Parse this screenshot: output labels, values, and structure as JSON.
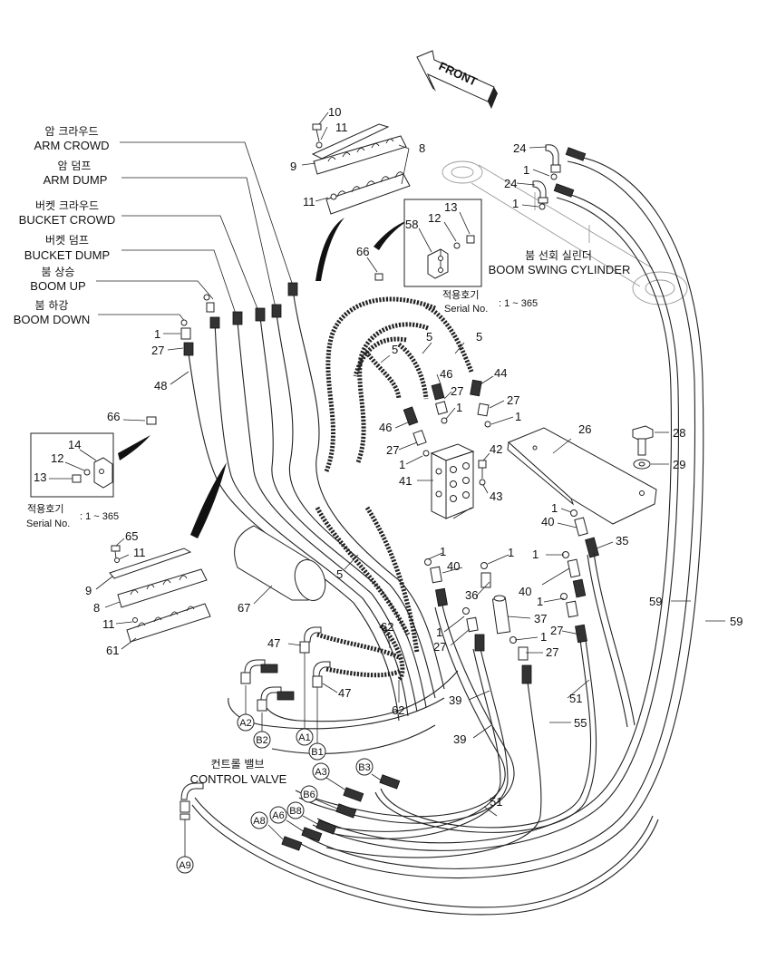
{
  "front_arrow": "FRONT",
  "circuits": [
    {
      "ko": "암 크라우드",
      "en": "ARM CROWD"
    },
    {
      "ko": "암 덤프",
      "en": "ARM DUMP"
    },
    {
      "ko": "버켓 크라우드",
      "en": "BUCKET CROWD"
    },
    {
      "ko": "버켓 덤프",
      "en": "BUCKET DUMP"
    },
    {
      "ko": "붐 상승",
      "en": "BOOM UP"
    },
    {
      "ko": "붐 하강",
      "en": "BOOM DOWN"
    }
  ],
  "boom_swing": {
    "ko": "붐 선회 실린더",
    "en": "BOOM SWING CYLINDER"
  },
  "control_valve": {
    "ko": "컨트롤 밸브",
    "en": "CONTROL VALVE"
  },
  "serial_top": {
    "ko": "적용호기",
    "en": "Serial No.",
    "range": ": 1 ~ 365"
  },
  "serial_left": {
    "ko": "적용호기",
    "en": "Serial No.",
    "range": ": 1 ~ 365"
  },
  "port_labels": [
    "A2",
    "B2",
    "A1",
    "B1",
    "A3",
    "B3",
    "B6",
    "B8",
    "A6",
    "A8",
    "A9"
  ],
  "part_numbers": {
    "p10": "10",
    "p11a": "11",
    "p9a": "9",
    "p8a": "8",
    "p11b": "11",
    "p66a": "66",
    "p58": "58",
    "p12a": "12",
    "p13a": "13",
    "p24a": "24",
    "p1a": "1",
    "p24b": "24",
    "p1b": "1",
    "p1c": "1",
    "p27a": "27",
    "p48": "48",
    "p66b": "66",
    "p14": "14",
    "p12b": "12",
    "p13b": "13",
    "p65": "65",
    "p11c": "11",
    "p9b": "9",
    "p8b": "8",
    "p11d": "11",
    "p61": "61",
    "p67": "67",
    "p5a": "5",
    "p5b": "5",
    "p5c": "5",
    "p5d": "5",
    "p46a": "46",
    "p46b": "46",
    "p44": "44",
    "p27b": "27",
    "p27c": "27",
    "p1d": "1",
    "p1e": "1",
    "p27d": "27",
    "p1f": "1",
    "p41": "41",
    "p42": "42",
    "p43": "43",
    "p26": "26",
    "p28": "28",
    "p29": "29",
    "p1g": "1",
    "p40a": "40",
    "p35": "35",
    "p1h": "1",
    "p1i": "1",
    "p40b": "40",
    "p40c": "40",
    "p1j": "1",
    "p36": "36",
    "p37": "37",
    "p1k": "1",
    "p27e": "27",
    "p1l": "1",
    "p27f": "27",
    "p27g": "27",
    "p62a": "62",
    "p62b": "62",
    "p47a": "47",
    "p47b": "47",
    "p39a": "39",
    "p39b": "39",
    "p51a": "51",
    "p51b": "51",
    "p55": "55",
    "p59a": "59",
    "p59b": "59",
    "p1m": "1"
  }
}
